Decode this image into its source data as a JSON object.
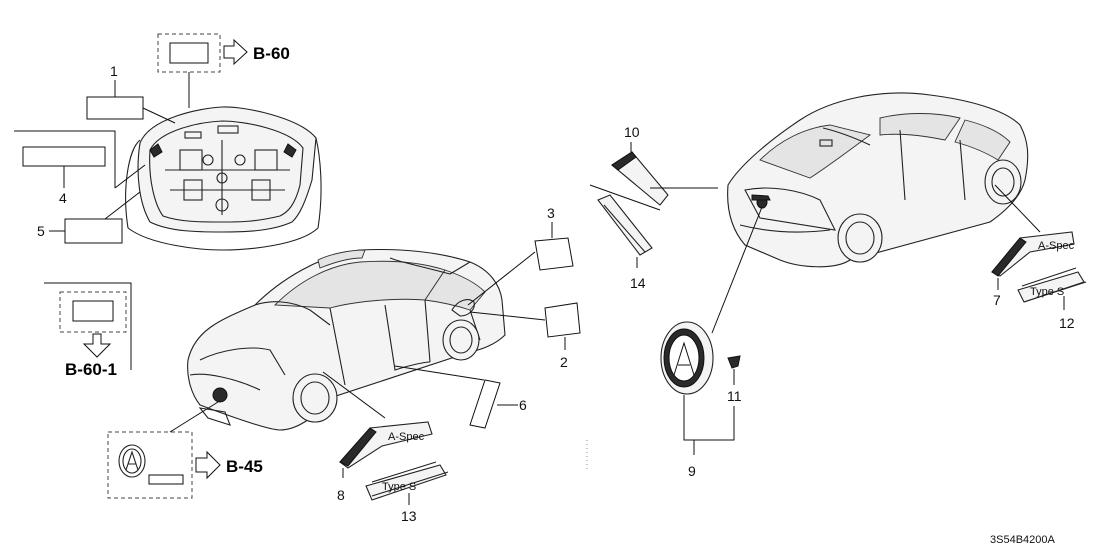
{
  "diagram": {
    "code": "3S54B4200A",
    "references": {
      "hood_ref": "B-60",
      "front_label_ref": "B-60-1",
      "front_emblem_ref": "B-45"
    },
    "callouts": [
      "1",
      "2",
      "3",
      "4",
      "5",
      "6",
      "7",
      "8",
      "9",
      "10",
      "11",
      "12",
      "13",
      "14"
    ],
    "badges": {
      "spec": "A-Spec",
      "type_s": "Type S"
    }
  }
}
